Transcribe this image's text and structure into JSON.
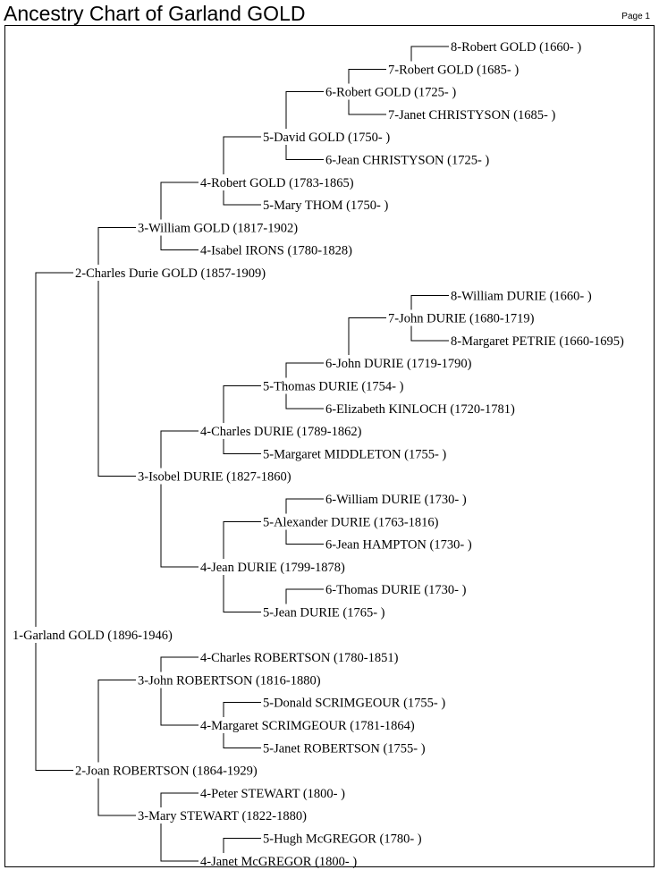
{
  "header": {
    "title": "Ancestry Chart of Garland GOLD",
    "page_label": "Page 1"
  },
  "people": [
    {
      "id": "p1",
      "gen": 1,
      "name": "1-Garland GOLD (1896-1946)"
    },
    {
      "id": "p2",
      "gen": 2,
      "parent": "p1",
      "name": "2-Charles Durie GOLD (1857-1909)"
    },
    {
      "id": "p3",
      "gen": 3,
      "parent": "p2",
      "name": "3-William GOLD (1817-1902)"
    },
    {
      "id": "p4",
      "gen": 4,
      "parent": "p3",
      "name": "4-Robert GOLD (1783-1865)"
    },
    {
      "id": "p5",
      "gen": 5,
      "parent": "p4",
      "name": "5-David GOLD (1750-          )"
    },
    {
      "id": "p6",
      "gen": 6,
      "parent": "p5",
      "name": "6-Robert GOLD (1725-          )"
    },
    {
      "id": "p7",
      "gen": 7,
      "parent": "p6",
      "name": "7-Robert GOLD (1685-          )"
    },
    {
      "id": "p8",
      "gen": 8,
      "parent": "p7",
      "name": "8-Robert GOLD (1660-          )"
    },
    {
      "id": "p9",
      "gen": 7,
      "parent": "p6",
      "name": "7-Janet CHRISTYSON (1685-          )"
    },
    {
      "id": "p10",
      "gen": 6,
      "parent": "p5",
      "name": "6-Jean CHRISTYSON (1725-          )"
    },
    {
      "id": "p11",
      "gen": 5,
      "parent": "p4",
      "name": "5-Mary THOM (1750-          )"
    },
    {
      "id": "p12",
      "gen": 4,
      "parent": "p3",
      "name": "4-Isabel IRONS (1780-1828)"
    },
    {
      "id": "p13",
      "gen": 3,
      "parent": "p2",
      "name": "3-Isobel DURIE (1827-1860)"
    },
    {
      "id": "p14",
      "gen": 4,
      "parent": "p13",
      "name": "4-Charles DURIE (1789-1862)"
    },
    {
      "id": "p15",
      "gen": 5,
      "parent": "p14",
      "name": "5-Thomas DURIE (1754-          )"
    },
    {
      "id": "p16",
      "gen": 6,
      "parent": "p15",
      "name": "6-John DURIE (1719-1790)"
    },
    {
      "id": "p17",
      "gen": 7,
      "parent": "p16",
      "name": "7-John DURIE (1680-1719)"
    },
    {
      "id": "p18",
      "gen": 8,
      "parent": "p17",
      "name": "8-William DURIE (1660-          )"
    },
    {
      "id": "p19",
      "gen": 8,
      "parent": "p17",
      "name": "8-Margaret PETRIE (1660-1695)"
    },
    {
      "id": "p20",
      "gen": 6,
      "parent": "p15",
      "name": "6-Elizabeth KINLOCH (1720-1781)"
    },
    {
      "id": "p21",
      "gen": 5,
      "parent": "p14",
      "name": "5-Margaret MIDDLETON (1755-          )"
    },
    {
      "id": "p22",
      "gen": 4,
      "parent": "p13",
      "name": "4-Jean DURIE (1799-1878)"
    },
    {
      "id": "p23",
      "gen": 5,
      "parent": "p22",
      "name": "5-Alexander DURIE (1763-1816)"
    },
    {
      "id": "p24",
      "gen": 6,
      "parent": "p23",
      "name": "6-William DURIE (1730-          )"
    },
    {
      "id": "p25",
      "gen": 6,
      "parent": "p23",
      "name": "6-Jean HAMPTON (1730-          )"
    },
    {
      "id": "p26",
      "gen": 5,
      "parent": "p22",
      "name": "5-Jean DURIE (1765-          )"
    },
    {
      "id": "p27",
      "gen": 6,
      "parent": "p26",
      "name": "6-Thomas DURIE (1730-          )"
    },
    {
      "id": "p28",
      "gen": 2,
      "parent": "p1",
      "name": "2-Joan ROBERTSON (1864-1929)"
    },
    {
      "id": "p29",
      "gen": 3,
      "parent": "p28",
      "name": "3-John ROBERTSON (1816-1880)"
    },
    {
      "id": "p30",
      "gen": 4,
      "parent": "p29",
      "name": "4-Charles ROBERTSON (1780-1851)"
    },
    {
      "id": "p31",
      "gen": 4,
      "parent": "p29",
      "name": "4-Margaret SCRIMGEOUR (1781-1864)"
    },
    {
      "id": "p32",
      "gen": 5,
      "parent": "p31",
      "name": "5-Donald SCRIMGEOUR (1755-          )"
    },
    {
      "id": "p33",
      "gen": 5,
      "parent": "p31",
      "name": "5-Janet ROBERTSON (1755-          )"
    },
    {
      "id": "p34",
      "gen": 3,
      "parent": "p28",
      "name": "3-Mary STEWART (1822-1880)"
    },
    {
      "id": "p35",
      "gen": 4,
      "parent": "p34",
      "name": "4-Peter STEWART (1800-          )"
    },
    {
      "id": "p36",
      "gen": 4,
      "parent": "p34",
      "name": "4-Janet McGREGOR (1800-          )"
    },
    {
      "id": "p37",
      "gen": 5,
      "parent": "p36",
      "name": "5-Hugh McGREGOR (1780-          )"
    }
  ],
  "display_order": [
    "p8",
    "p7",
    "p6",
    "p9",
    "p5",
    "p10",
    "p4",
    "p11",
    "p3",
    "p12",
    "p2",
    "p18",
    "p17",
    "p19",
    "p16",
    "p15",
    "p20",
    "p14",
    "p21",
    "p13",
    "p24",
    "p23",
    "p25",
    "p22",
    "p27",
    "p26",
    "p1",
    "p30",
    "p29",
    "p32",
    "p31",
    "p33",
    "p28",
    "p35",
    "p34",
    "p37",
    "p36"
  ]
}
